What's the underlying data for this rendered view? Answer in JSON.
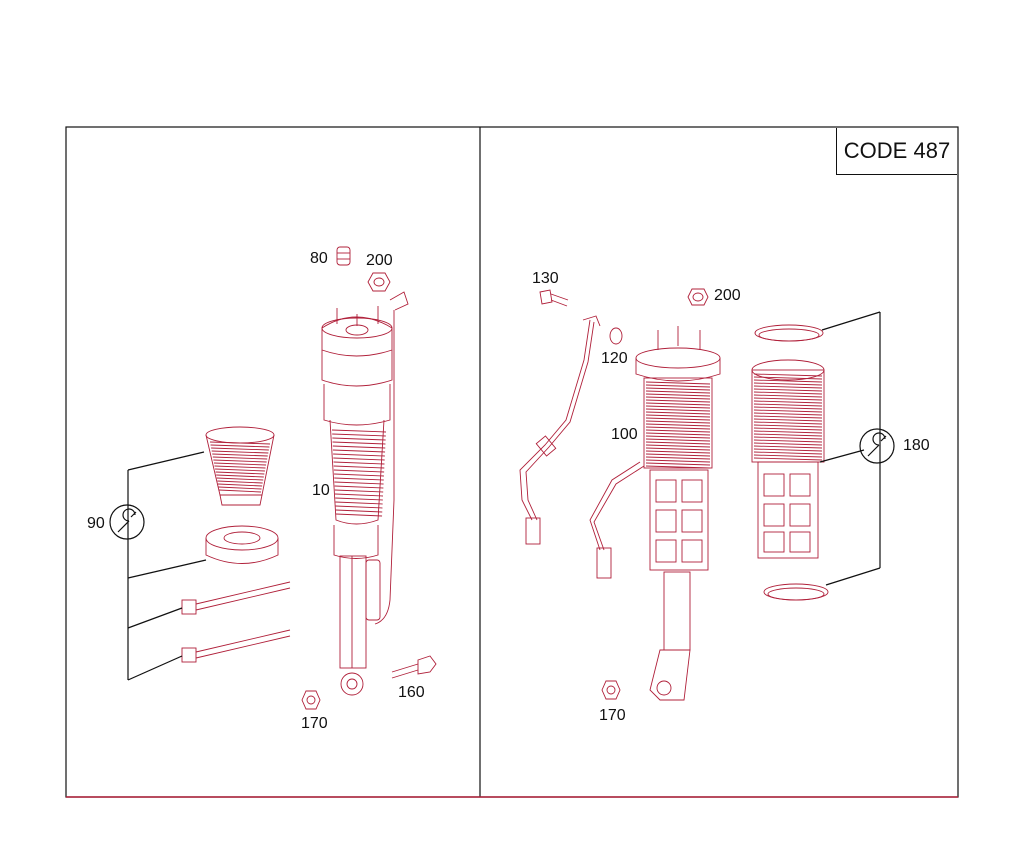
{
  "code_label": "CODE 487",
  "callouts": {
    "p80": "80",
    "p200_left": "200",
    "p10": "10",
    "p90": "90",
    "p160": "160",
    "p170_left": "170",
    "p130": "130",
    "p200_right": "200",
    "p120": "120",
    "p100": "100",
    "p180": "180",
    "p170_right": "170"
  },
  "colors": {
    "outline": "#111111",
    "part_ink": "#b0203a",
    "background": "#ffffff"
  },
  "icons": [
    "wrench-icon",
    "wrench-icon"
  ]
}
